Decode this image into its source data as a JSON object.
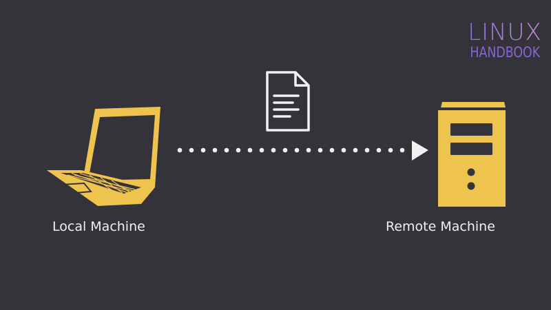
{
  "logo": {
    "line1": "LINUX",
    "line2": "HANDBOOK"
  },
  "nodes": {
    "local": {
      "label": "Local Machine",
      "icon": "laptop-icon"
    },
    "remote": {
      "label": "Remote Machine",
      "icon": "server-icon"
    }
  },
  "transfer": {
    "icon": "document-icon",
    "connector": "dotted-arrow"
  },
  "colors": {
    "background": "#333339",
    "device": "#eec44f",
    "device_dark": "#333339",
    "text": "#f1f1f1",
    "logo_purple": "#8a63d4"
  }
}
